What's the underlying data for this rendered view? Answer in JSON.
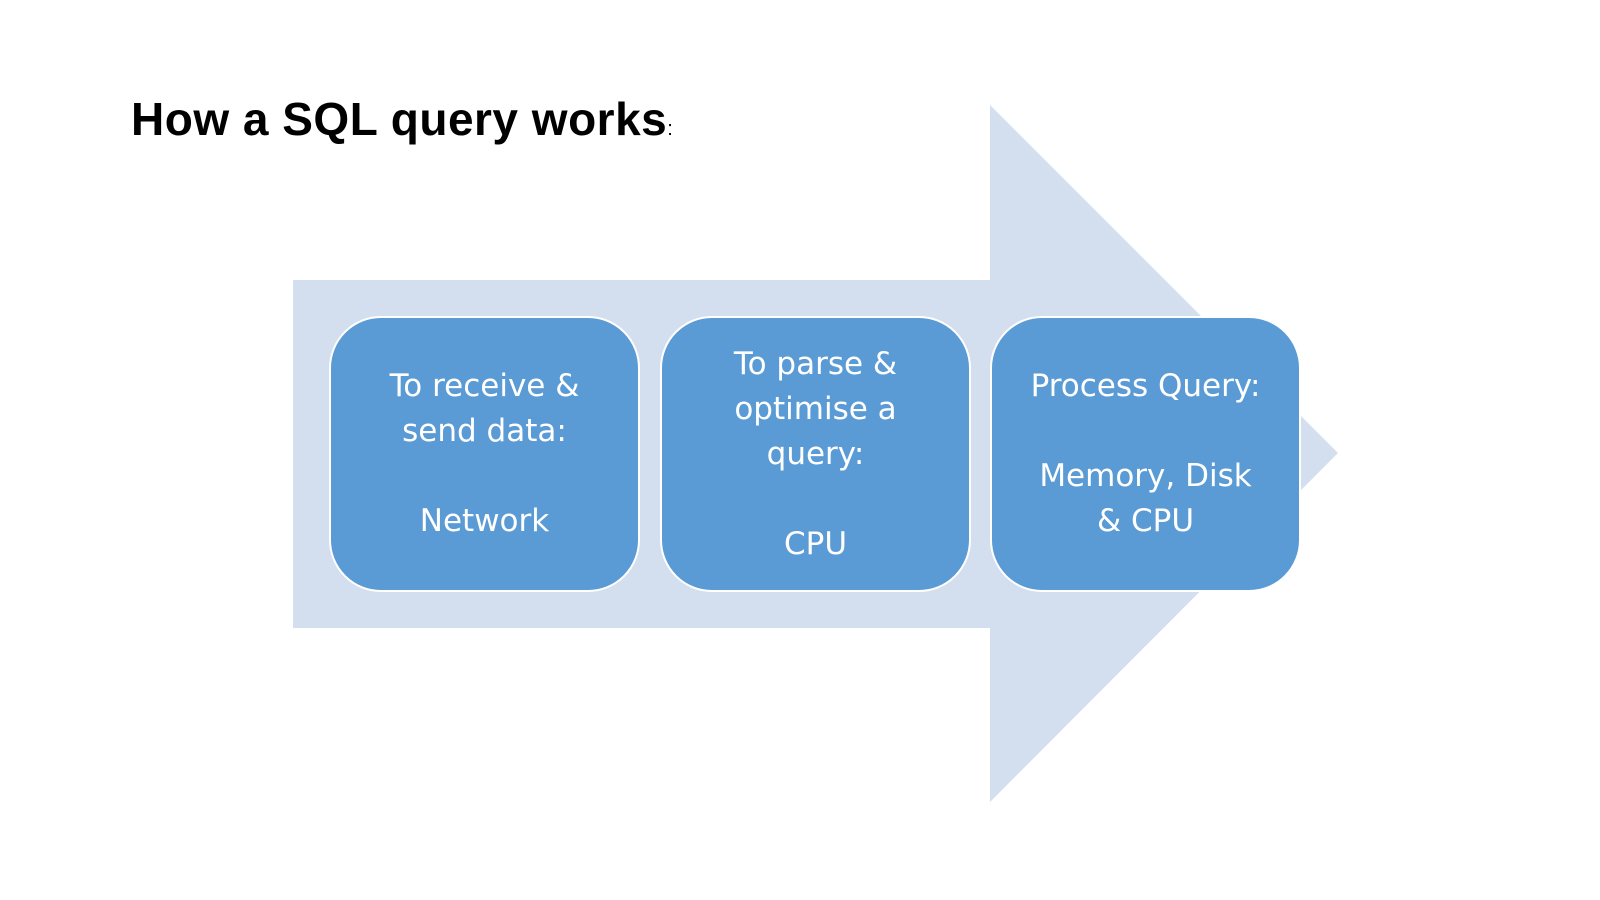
{
  "slide": {
    "title": "How a SQL query works",
    "title_suffix": ":",
    "arrow_color": "#d3deef",
    "box_color": "#5b9bd5",
    "steps": [
      {
        "heading": "To receive &\nsend data:",
        "resource": "Network"
      },
      {
        "heading": "To parse &\noptimise a\nquery:",
        "resource": "CPU"
      },
      {
        "heading": "Process Query:",
        "resource": "Memory, Disk\n& CPU"
      }
    ]
  }
}
